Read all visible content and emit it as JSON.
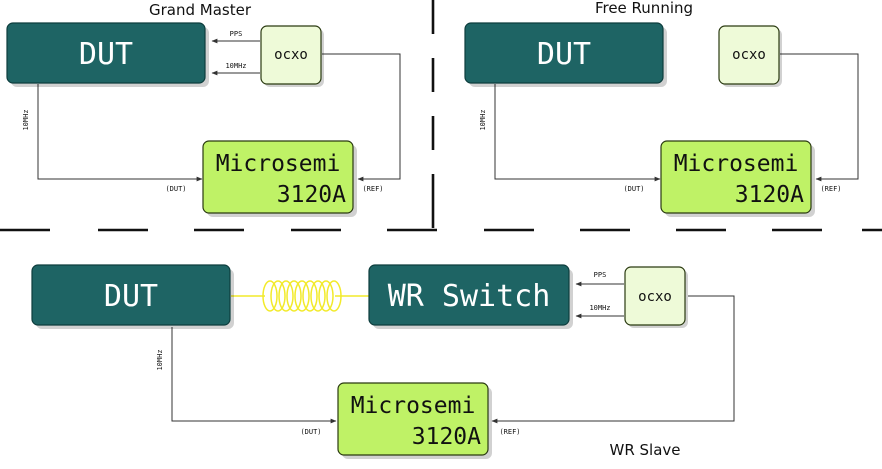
{
  "panels": {
    "grand_master": {
      "title": "Grand Master",
      "dut": "DUT",
      "ocxo": "ocxo",
      "microsemi_line1": "Microsemi",
      "microsemi_line2": "3120A",
      "pps": "PPS",
      "tenmhz_top": "10MHz",
      "tenmhz_side": "10MHz",
      "dut_port": "(DUT)",
      "ref_port": "(REF)"
    },
    "free_running": {
      "title": "Free Running",
      "dut": "DUT",
      "ocxo": "ocxo",
      "microsemi_line1": "Microsemi",
      "microsemi_line2": "3120A",
      "tenmhz_side": "10MHz",
      "dut_port": "(DUT)",
      "ref_port": "(REF)"
    },
    "wr_slave": {
      "title": "WR Slave",
      "dut": "DUT",
      "wr_switch": "WR Switch",
      "ocxo": "ocxo",
      "microsemi_line1": "Microsemi",
      "microsemi_line2": "3120A",
      "pps": "PPS",
      "tenmhz_top": "10MHz",
      "tenmhz_side": "10MHz",
      "dut_port": "(DUT)",
      "ref_port": "(REF)"
    }
  },
  "colors": {
    "dut_fill": "#1e6464",
    "microsemi_fill": "#bff266",
    "ocxo_fill": "#eefad8",
    "fiber": "#f2ea2a"
  }
}
